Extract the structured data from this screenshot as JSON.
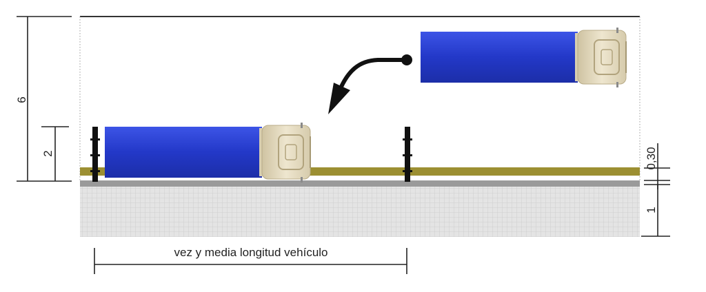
{
  "dimensions": {
    "total_height": "6",
    "truck_zone": "2",
    "line_width": "0,30",
    "sidewalk": "1"
  },
  "caption": "vez y media longitud vehículo",
  "colors": {
    "truck_box": "#2a3fd0",
    "truck_cab": "#e6dcc0",
    "curb_line": "#9c8f32",
    "curb_stone": "#9a9a9a",
    "sidewalk": "#e2e2e2",
    "post": "#111111",
    "arrow": "#111111"
  },
  "icons": [
    "truck-parked",
    "truck-maneuvering",
    "reverse-arrow",
    "bollard-post"
  ]
}
